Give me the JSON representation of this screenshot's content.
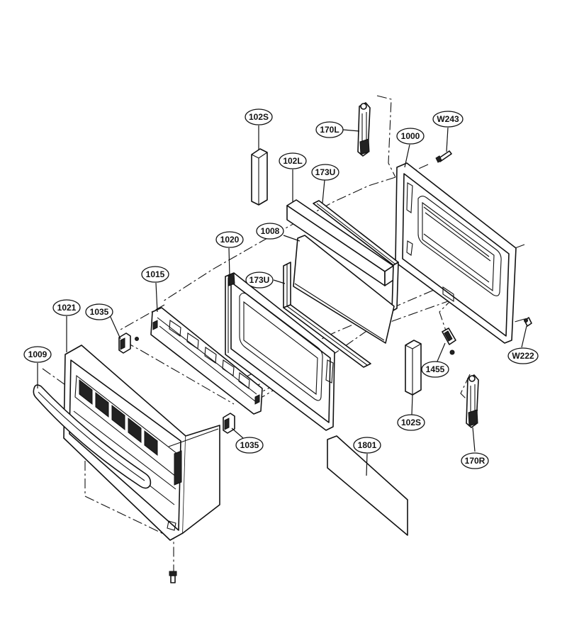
{
  "callouts": [
    {
      "id": "c-102s-top",
      "label": "102S"
    },
    {
      "id": "c-170l",
      "label": "170L"
    },
    {
      "id": "c-w243",
      "label": "W243"
    },
    {
      "id": "c-1000",
      "label": "1000"
    },
    {
      "id": "c-102l",
      "label": "102L"
    },
    {
      "id": "c-173u-top",
      "label": "173U"
    },
    {
      "id": "c-1020",
      "label": "1020"
    },
    {
      "id": "c-1008",
      "label": "1008"
    },
    {
      "id": "c-1015",
      "label": "1015"
    },
    {
      "id": "c-173u-mid",
      "label": "173U"
    },
    {
      "id": "c-1021",
      "label": "1021"
    },
    {
      "id": "c-1035-left",
      "label": "1035"
    },
    {
      "id": "c-1009",
      "label": "1009"
    },
    {
      "id": "c-w222",
      "label": "W222"
    },
    {
      "id": "c-1455",
      "label": "1455"
    },
    {
      "id": "c-102s-bottom",
      "label": "102S"
    },
    {
      "id": "c-1035-right",
      "label": "1035"
    },
    {
      "id": "c-1801",
      "label": "1801"
    },
    {
      "id": "c-170r",
      "label": "170R"
    }
  ]
}
